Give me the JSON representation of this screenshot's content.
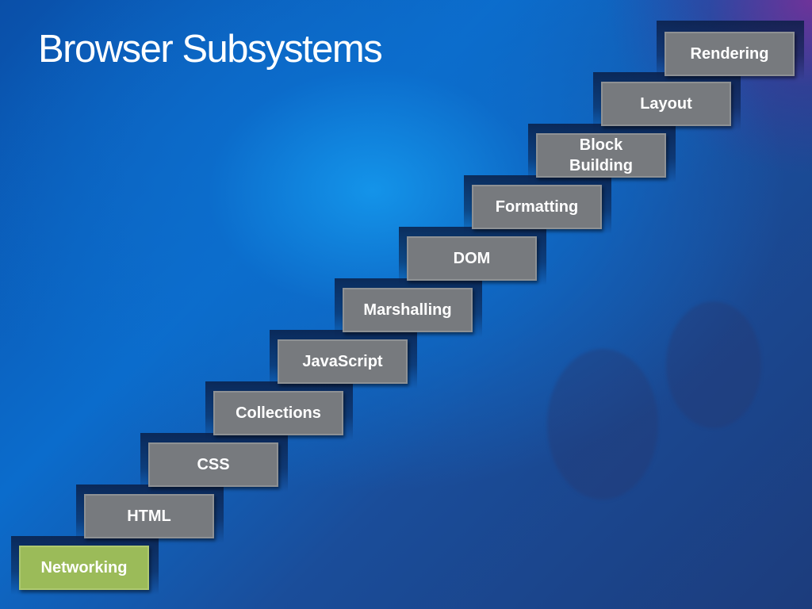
{
  "slide": {
    "title": "Browser Subsystems"
  },
  "steps": [
    {
      "label": "Networking",
      "highlighted": true
    },
    {
      "label": "HTML"
    },
    {
      "label": "CSS"
    },
    {
      "label": "Collections"
    },
    {
      "label": "JavaScript"
    },
    {
      "label": "Marshalling"
    },
    {
      "label": "DOM"
    },
    {
      "label": "Formatting"
    },
    {
      "label": "Block Building"
    },
    {
      "label": "Layout"
    },
    {
      "label": "Rendering"
    }
  ],
  "colors": {
    "step_fill": "#777a7e",
    "highlight_fill": "#9bbb59",
    "title_text": "#ffffff"
  }
}
